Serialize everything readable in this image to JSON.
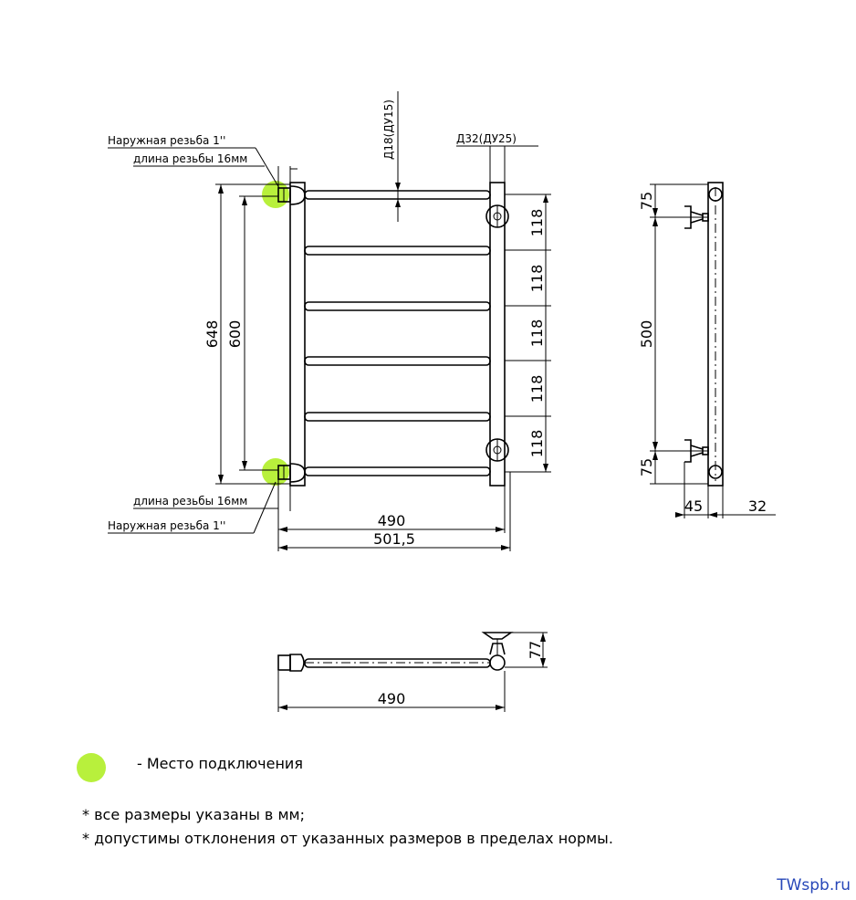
{
  "labels": {
    "thread_outer_top": "Наружная резьба 1''",
    "thread_len_top": "длина резьбы 16мм",
    "thread_len_bottom": "длина резьбы 16мм",
    "thread_outer_bottom": "Наружная резьба 1''",
    "d18": "Д18(ДУ15)",
    "d32": "Д32(ДУ25)"
  },
  "dims": {
    "front_height_outer": "648",
    "front_height_inner": "600",
    "spacing": [
      "118",
      "118",
      "118",
      "118",
      "118"
    ],
    "front_width_490": "490",
    "front_width_501": "501,5",
    "side_top": "75",
    "side_middle": "500",
    "side_bottom": "75",
    "side_depth_45": "45",
    "side_depth_32": "32",
    "top_width_490": "490",
    "top_depth_77": "77"
  },
  "legend": {
    "label": "- Место подключения",
    "color": "#b8f03c"
  },
  "notes": [
    "* все размеры указаны в мм;",
    "* допустимы отклонения от указанных размеров в пределах нормы."
  ],
  "site": "TWspb.ru"
}
